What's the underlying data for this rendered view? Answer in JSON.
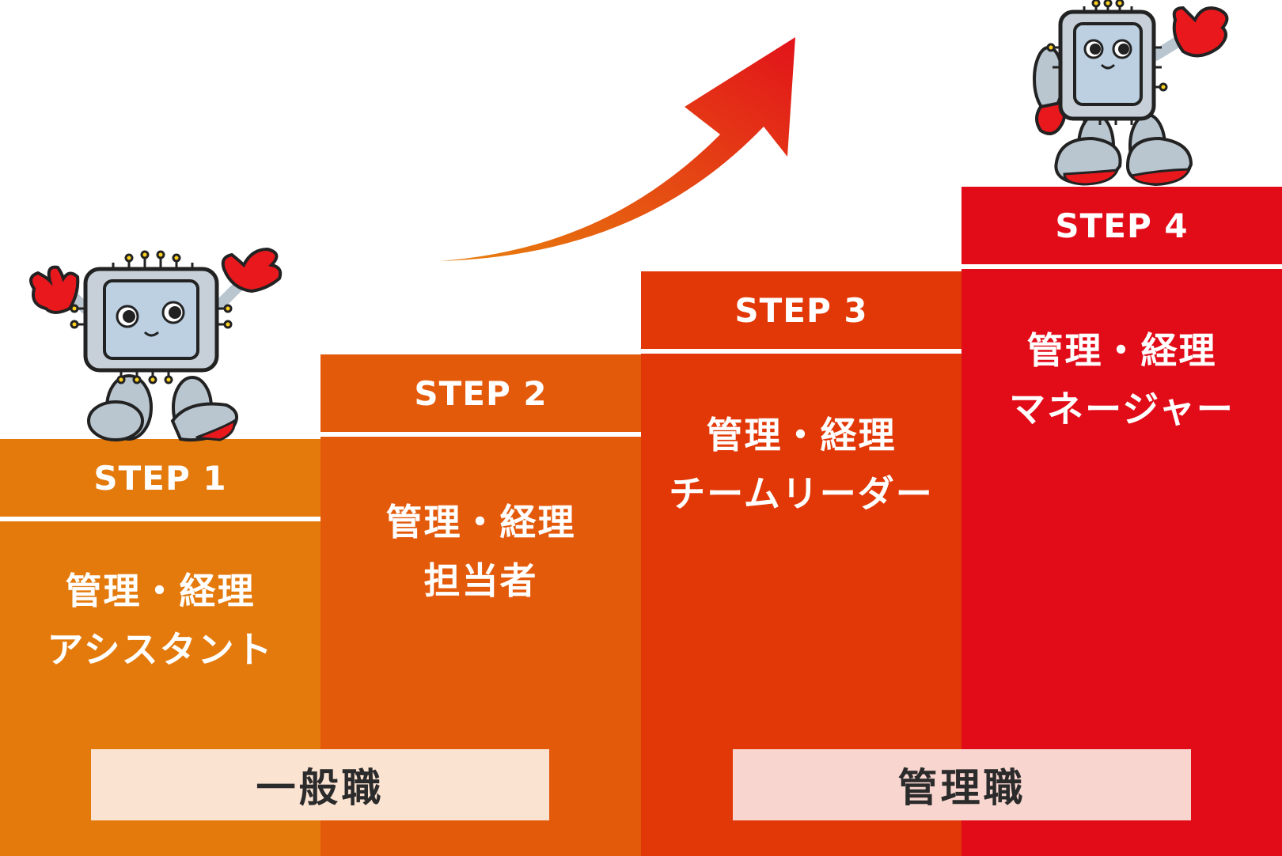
{
  "steps": [
    {
      "label": "STEP 1",
      "role_line1": "管理・経理",
      "role_line2": "アシスタント",
      "color": "#e47a0c"
    },
    {
      "label": "STEP 2",
      "role_line1": "管理・経理",
      "role_line2": "担当者",
      "color": "#e45a0b"
    },
    {
      "label": "STEP 3",
      "role_line1": "管理・経理",
      "role_line2": "チームリーダー",
      "color": "#e23807"
    },
    {
      "label": "STEP 4",
      "role_line1": "管理・経理",
      "role_line2": "マネージャー",
      "color": "#e20b18"
    }
  ],
  "categories": {
    "general": "一般職",
    "management": "管理職"
  },
  "icons": [
    "growth-arrow-icon",
    "chip-mascot-icon"
  ],
  "colors": {
    "category_general_bg": "#fbe3d2",
    "category_management_bg": "#f8d5cf",
    "arrow_start": "#e87a0c",
    "arrow_end": "#e2131a"
  }
}
